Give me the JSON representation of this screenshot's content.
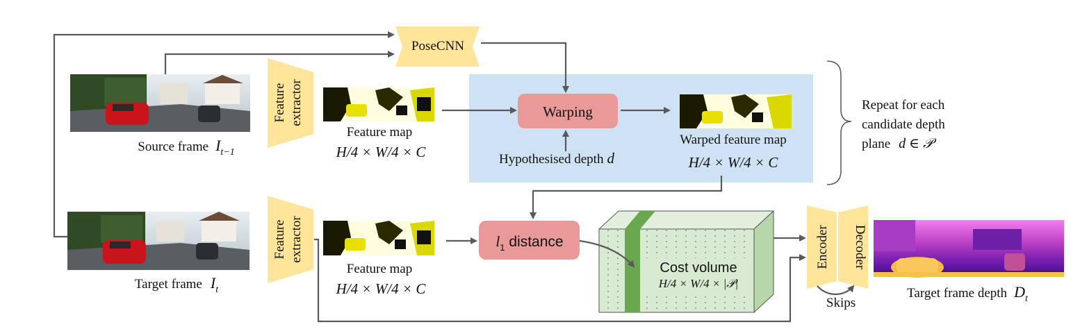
{
  "posecnn": "PoseCNN",
  "feature_extractor": [
    "Feature",
    "extractor"
  ],
  "warping": "Warping",
  "hypothesised_depth": "Hypothesised depth",
  "depth_symbol": "d",
  "feature_map_label": "Feature map",
  "feature_dims": "H/4 × W/4 × C",
  "warped_feature_map": "Warped feature map",
  "source_frame": {
    "label": "Source frame",
    "symbol": "I",
    "subscript": "t−1"
  },
  "target_frame": {
    "label": "Target frame",
    "symbol": "I",
    "subscript": "t"
  },
  "repeat_text": [
    "Repeat for each",
    "candidate depth",
    "plane"
  ],
  "repeat_math": "d ∈ 𝒫",
  "l1_distance": {
    "symbol": "l",
    "subscript": "1",
    "label": "distance"
  },
  "cost_volume": {
    "label": "Cost volume",
    "dims": "H/4 × W/4 × |𝒫|"
  },
  "encoder": "Encoder",
  "decoder": "Decoder",
  "skips": "Skips",
  "target_depth": {
    "label": "Target frame depth",
    "symbol": "D",
    "subscript": "t"
  },
  "colors": {
    "blue_region": "#cfe2f3",
    "warping_box": "#ea9999",
    "trapezoid": "#ffe599",
    "cost_volume_front": "#d9ead3",
    "cost_volume_side": "#b6d7a8",
    "cost_volume_stripe": "#6aa84f",
    "arrow": "#595959"
  }
}
